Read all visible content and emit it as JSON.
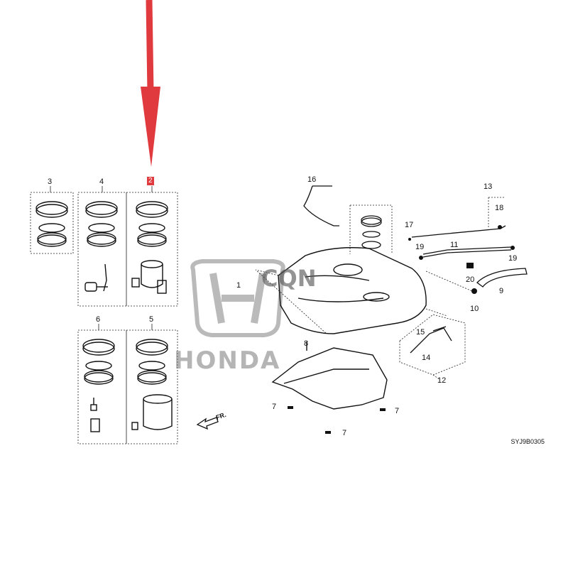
{
  "diagram": {
    "callouts": [
      {
        "id": "c1",
        "label": "1"
      },
      {
        "id": "c2",
        "label": "2"
      },
      {
        "id": "c3",
        "label": "3"
      },
      {
        "id": "c4",
        "label": "4"
      },
      {
        "id": "c5",
        "label": "5"
      },
      {
        "id": "c6",
        "label": "6"
      },
      {
        "id": "c7a",
        "label": "7"
      },
      {
        "id": "c7b",
        "label": "7"
      },
      {
        "id": "c7c",
        "label": "7"
      },
      {
        "id": "c8",
        "label": "8"
      },
      {
        "id": "c9",
        "label": "9"
      },
      {
        "id": "c10",
        "label": "10"
      },
      {
        "id": "c11",
        "label": "11"
      },
      {
        "id": "c12",
        "label": "12"
      },
      {
        "id": "c13",
        "label": "13"
      },
      {
        "id": "c14",
        "label": "14"
      },
      {
        "id": "c15",
        "label": "15"
      },
      {
        "id": "c16",
        "label": "16"
      },
      {
        "id": "c17",
        "label": "17"
      },
      {
        "id": "c18",
        "label": "18"
      },
      {
        "id": "c19a",
        "label": "19"
      },
      {
        "id": "c19b",
        "label": "19"
      },
      {
        "id": "c20",
        "label": "20"
      }
    ],
    "front_arrow_label": "FR.",
    "diagram_code": "SYJ9B0305",
    "highlight_color": "#e0393e",
    "watermark": {
      "brand": "HONDA",
      "mark": "CQN"
    }
  }
}
